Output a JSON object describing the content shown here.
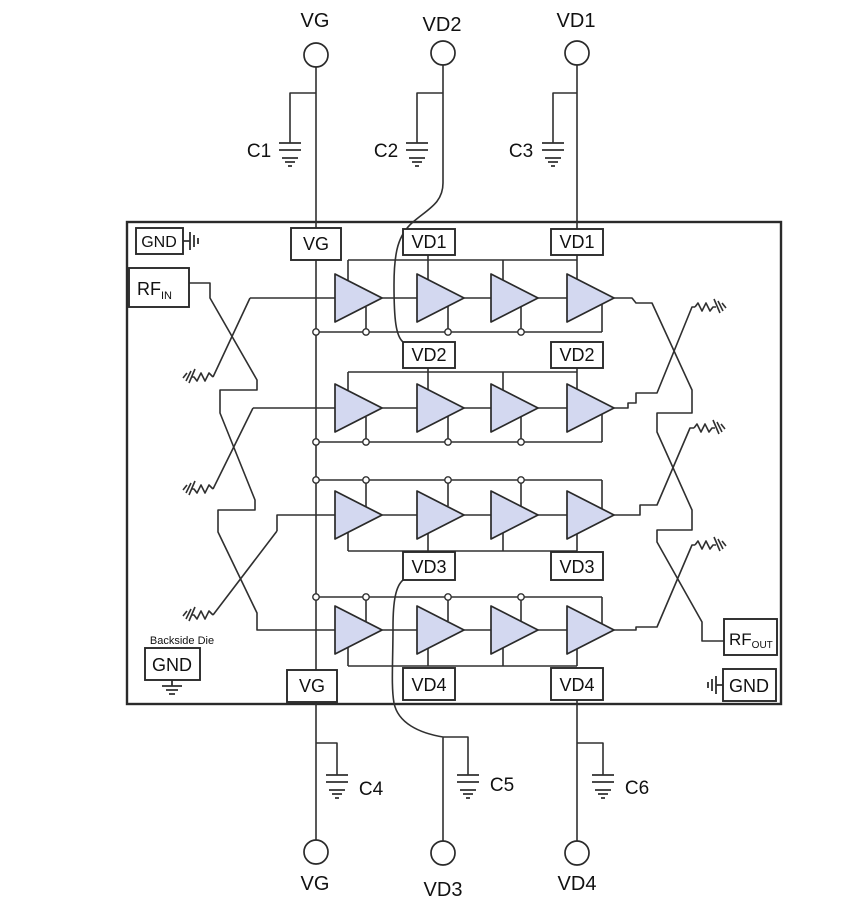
{
  "title": "amplifier-matrix-chip-schematic",
  "top_pins": [
    {
      "label": "VG"
    },
    {
      "label": "VD2"
    },
    {
      "label": "VD1"
    }
  ],
  "bottom_pins": [
    {
      "label": "VG"
    },
    {
      "label": "VD3"
    },
    {
      "label": "VD4"
    }
  ],
  "capacitors": {
    "c1": "C1",
    "c2": "C2",
    "c3": "C3",
    "c4": "C4",
    "c5": "C5",
    "c6": "C6"
  },
  "chip": {
    "gnd_top_left": "GND",
    "gnd_bottom_left": "GND",
    "gnd_bottom_right": "GND",
    "backside_die": "Backside Die",
    "rf_in": {
      "main": "RF",
      "sub": "IN"
    },
    "rf_out": {
      "main": "RF",
      "sub": "OUT"
    },
    "bias_labels": {
      "vg_top": "VG",
      "vg_bottom": "VG",
      "vd1_left": "VD1",
      "vd1_right": "VD1",
      "vd2_left": "VD2",
      "vd2_right": "VD2",
      "vd3_left": "VD3",
      "vd3_right": "VD3",
      "vd4_left": "VD4",
      "vd4_right": "VD4"
    }
  },
  "structure": {
    "amplifier_rows": 4,
    "amps_per_row": 4
  },
  "colors": {
    "wire": "#303030",
    "amp_fill": "#d3d8f0",
    "background": "#ffffff"
  }
}
